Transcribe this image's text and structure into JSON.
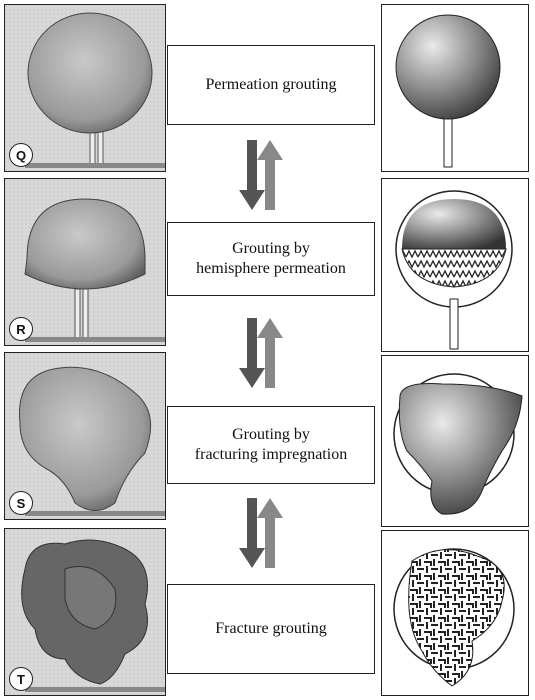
{
  "stages": [
    {
      "id": "Q",
      "label_lines": [
        "Permeation grouting"
      ]
    },
    {
      "id": "R",
      "label_lines": [
        "Grouting by",
        "hemisphere permeation"
      ]
    },
    {
      "id": "S",
      "label_lines": [
        "Grouting by",
        "fracturing impregnation"
      ]
    },
    {
      "id": "T",
      "label_lines": [
        "Fracture grouting"
      ]
    }
  ]
}
